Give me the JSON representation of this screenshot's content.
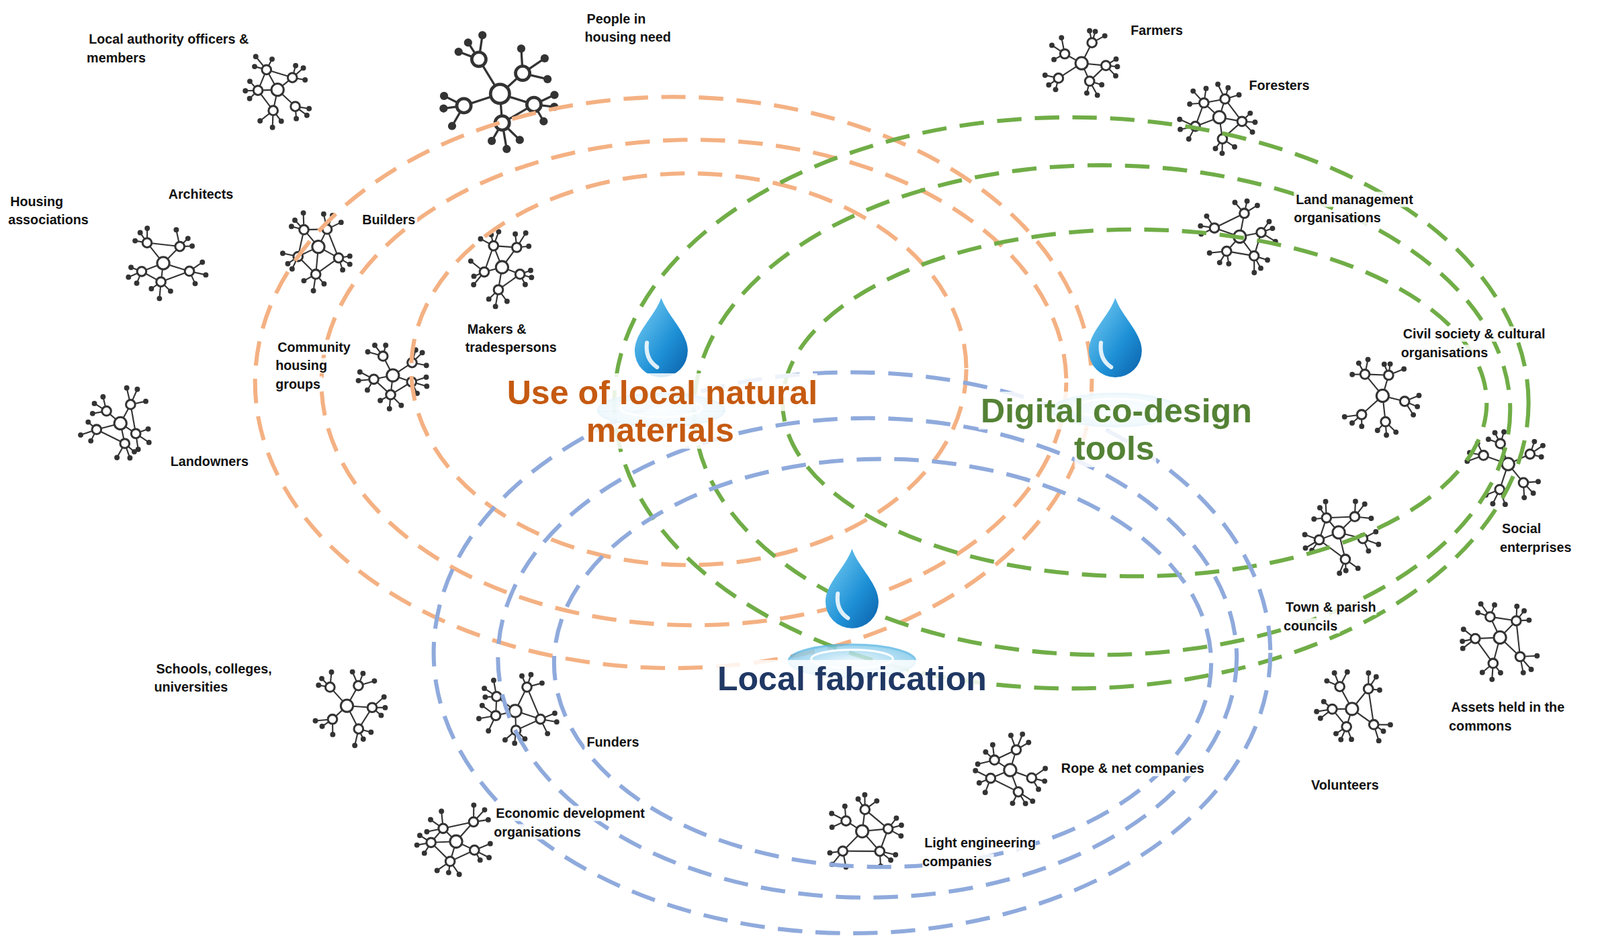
{
  "diagram": {
    "labels": [
      "Local authority officers & members",
      "People in housing need",
      "Farmers",
      "Foresters",
      "Housing associations",
      "Architects",
      "Builders",
      "Land management organisations",
      "Makers & tradespersons",
      "Community housing groups",
      "Civil society & cultural organisations",
      "Use of local natural materials",
      "Digital co-design tools",
      "Landowners",
      "Social enterprises",
      "Town & parish councils",
      "Local fabrication",
      "Schools, colleges, universities",
      "Assets held in the commons",
      "Funders",
      "Rope & net companies",
      "Volunteers",
      "Economic development organisations",
      "Light engineering companies"
    ]
  }
}
